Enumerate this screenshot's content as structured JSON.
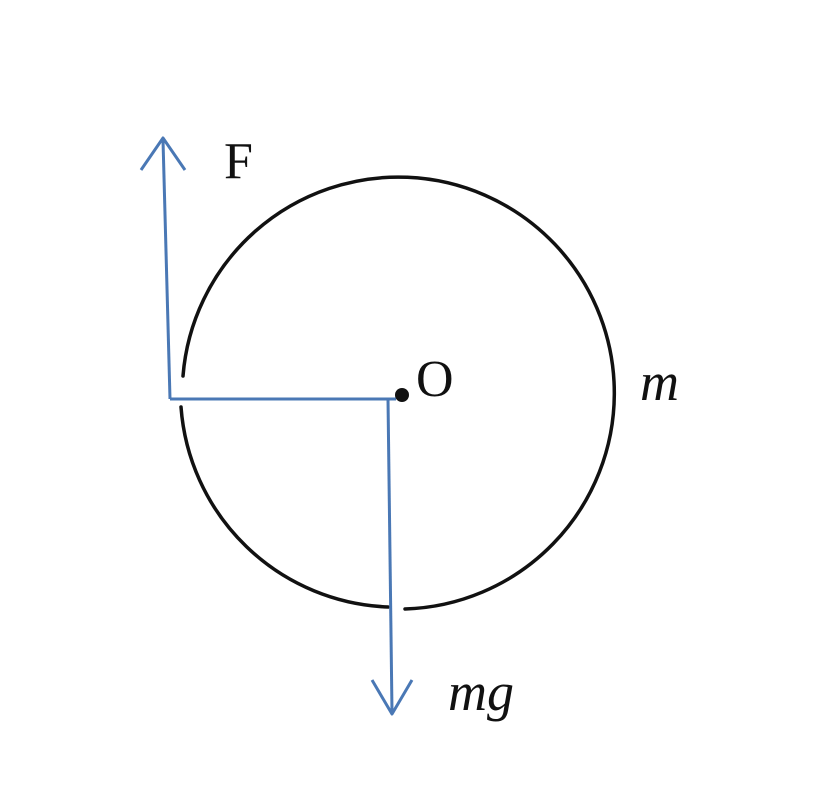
{
  "labels": {
    "force": "F",
    "center": "O",
    "mass": "m",
    "weight": "mg"
  },
  "colors": {
    "circle": "#111111",
    "vector": "#4a78b5",
    "text": "#111111",
    "background": "#ffffff"
  }
}
